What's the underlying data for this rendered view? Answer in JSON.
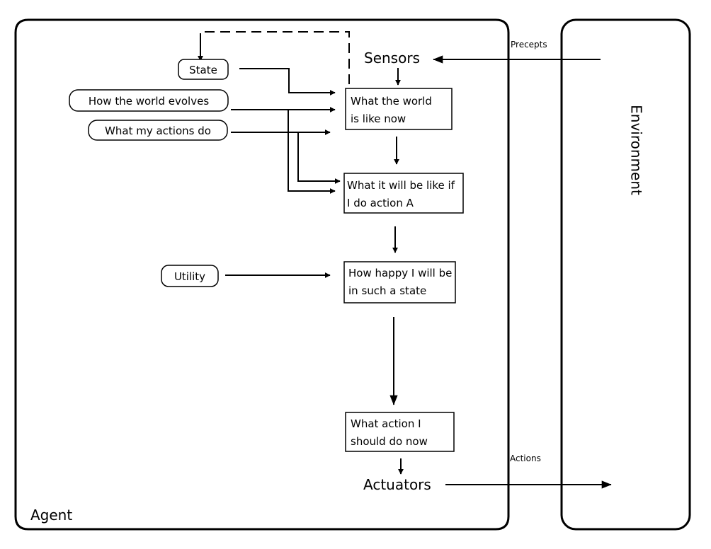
{
  "agent": {
    "label": "Agent"
  },
  "environment": {
    "label": "Environment"
  },
  "sensors": {
    "label": "Sensors"
  },
  "actuators": {
    "label": "Actuators"
  },
  "precepts": {
    "label": "Precepts"
  },
  "actions": {
    "label": "Actions"
  },
  "inputs": {
    "state": "State",
    "world_evolves": "How the world evolves",
    "my_actions": "What my actions do",
    "utility": "Utility"
  },
  "boxes": {
    "world_now": [
      "What the world",
      "is like now"
    ],
    "if_action": [
      "What it will be like if",
      "I do action A"
    ],
    "happy": [
      "How happy I will be",
      "in such a state"
    ],
    "action_now": [
      "What action I",
      "should do now"
    ]
  }
}
